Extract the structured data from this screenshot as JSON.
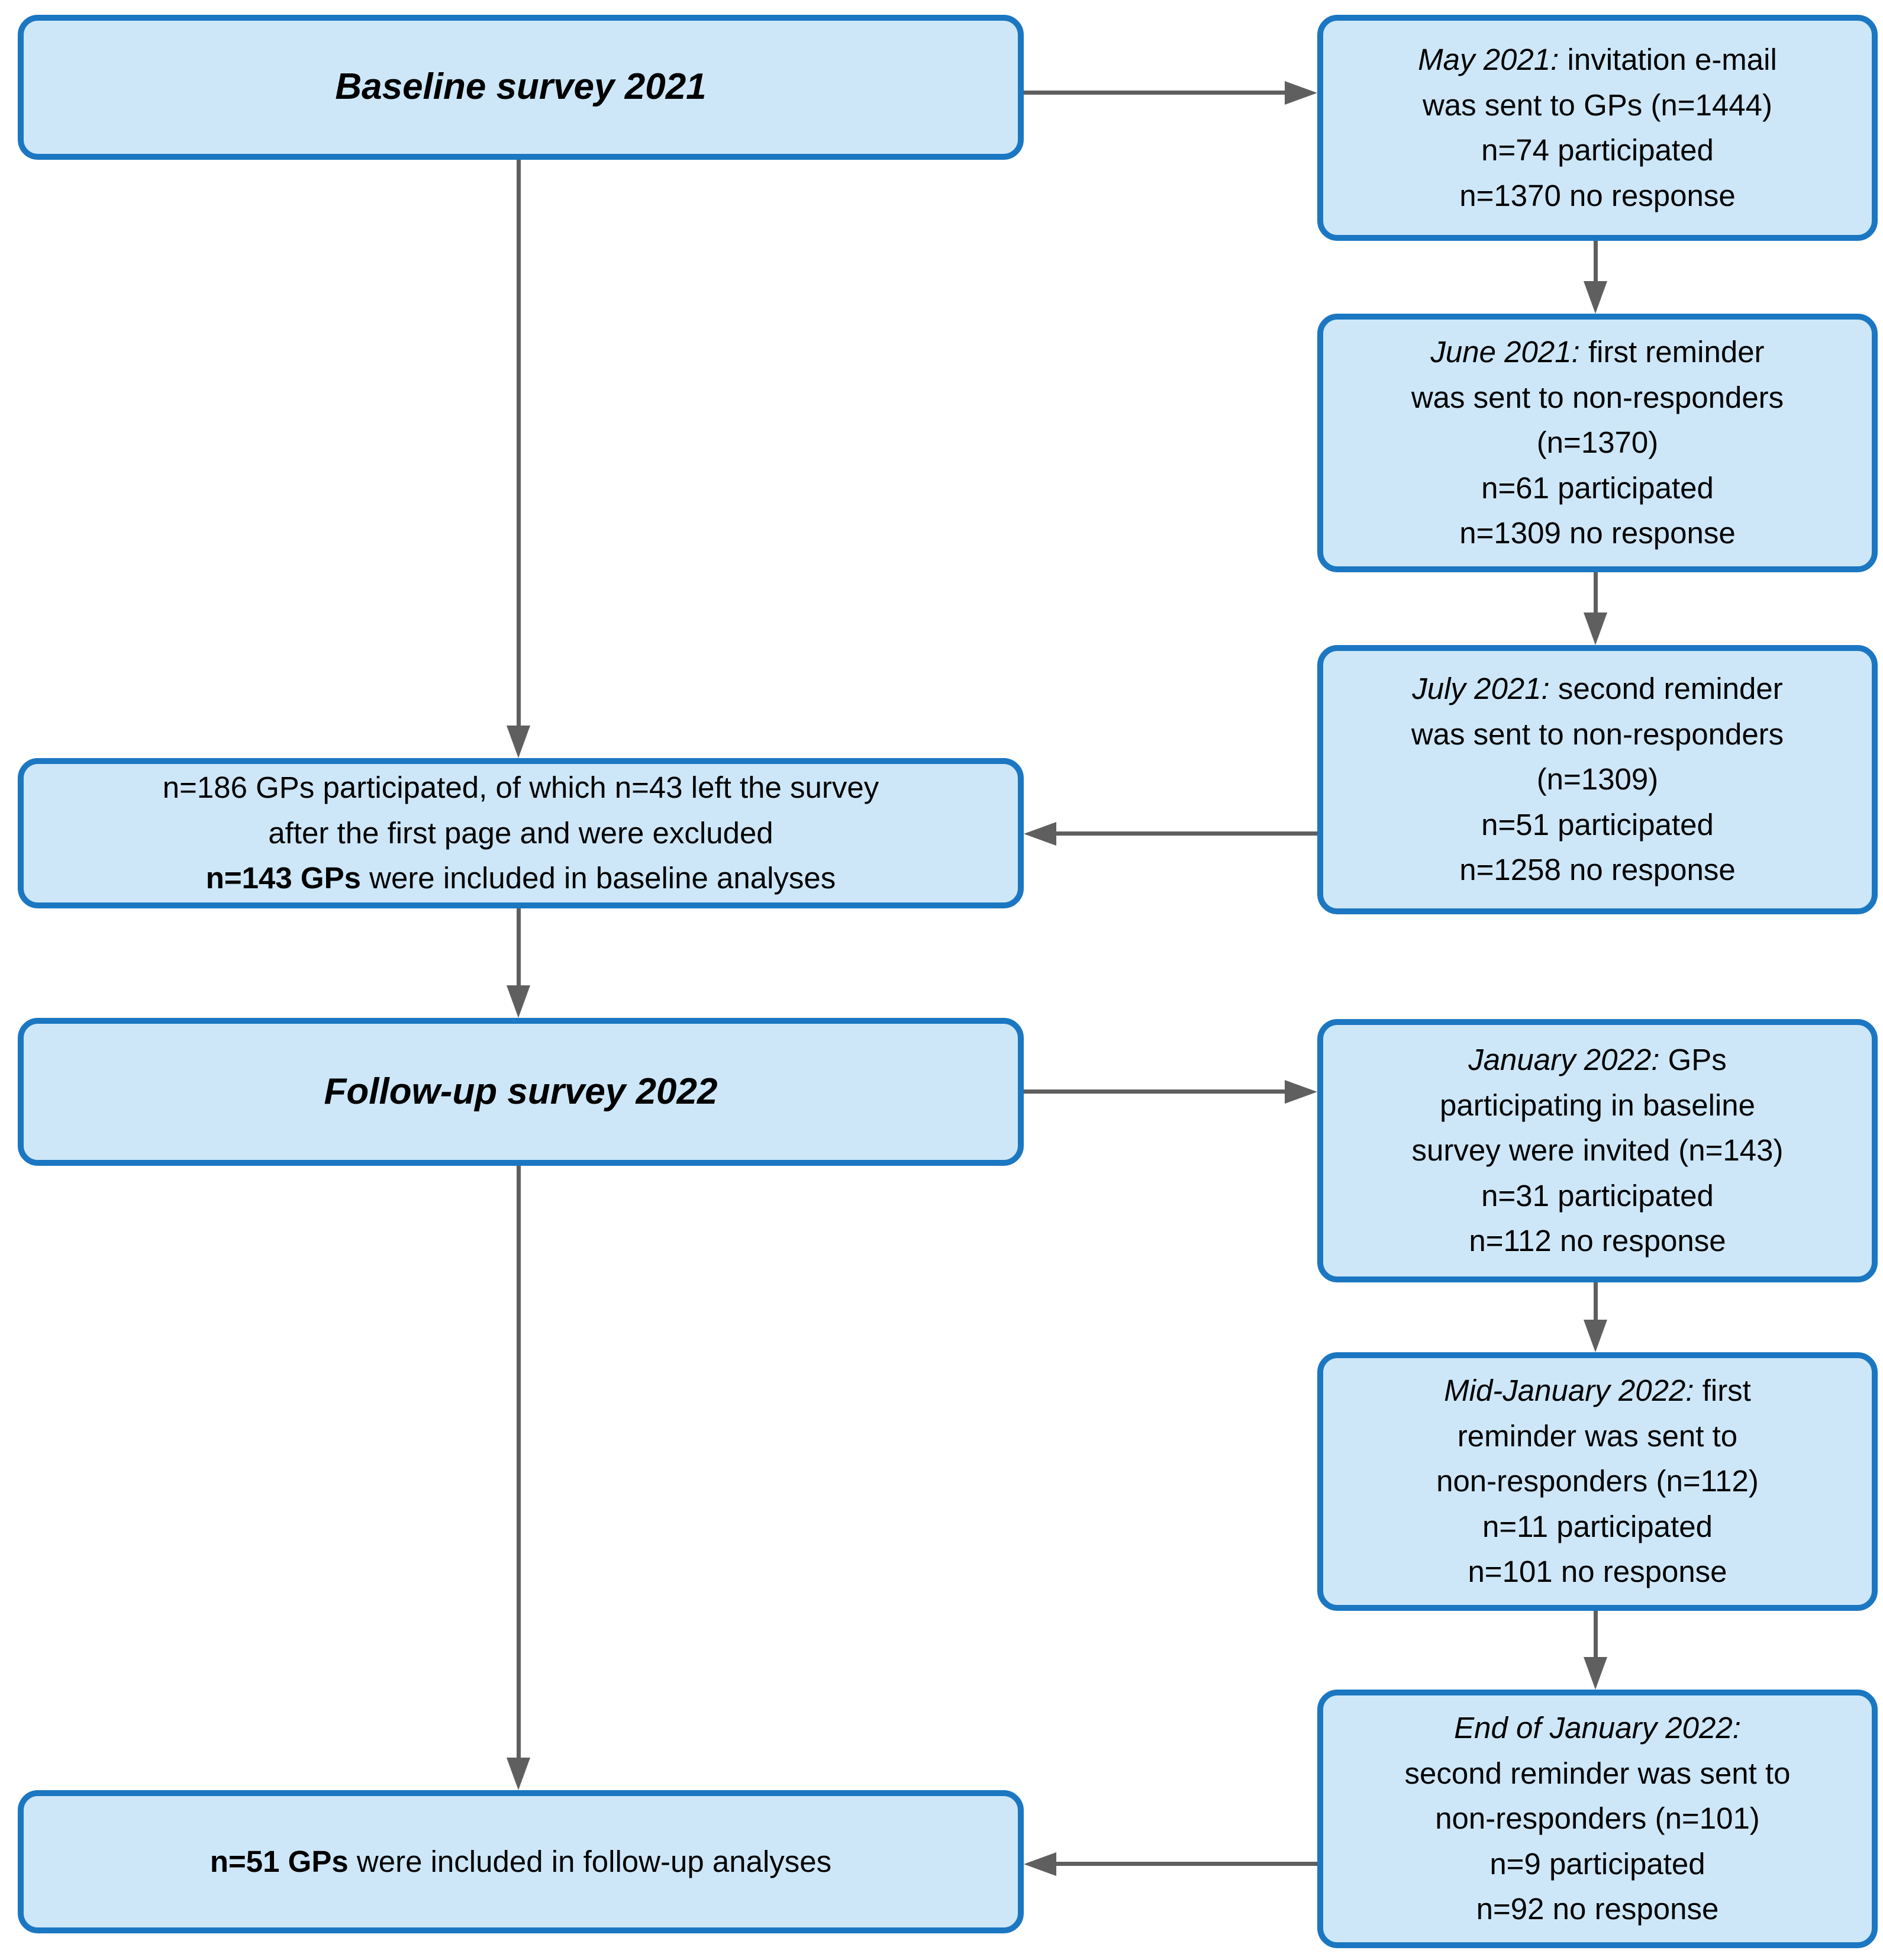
{
  "style": {
    "box_fill": "#cde7f8",
    "box_border": "#1b77c2",
    "arrow_color": "#5f5f5f",
    "text_color": "#000000",
    "background": "#ffffff"
  },
  "boxes": {
    "baseline": {
      "segments": [
        {
          "text": "Baseline survey 2021",
          "bold": true,
          "italic": true
        }
      ]
    },
    "may": {
      "segments": [
        {
          "text": "May 2021:",
          "italic": true
        },
        {
          "text": " invitation e-mail\nwas sent to GPs (n=1444)\nn=74 participated\nn=1370 no response"
        }
      ]
    },
    "june": {
      "segments": [
        {
          "text": "June 2021:",
          "italic": true
        },
        {
          "text": " first reminder\nwas sent to non-responders\n(n=1370)\nn=61 participated\nn=1309 no response"
        }
      ]
    },
    "july": {
      "segments": [
        {
          "text": "July 2021:",
          "italic": true
        },
        {
          "text": " second reminder\nwas sent to non-responders\n(n=1309)\nn=51 participated\nn=1258 no response"
        }
      ]
    },
    "n186": {
      "segments": [
        {
          "text": "n=186 GPs participated, of which n=43 left the survey\nafter the first page and were excluded\n"
        },
        {
          "text": "n=143 GPs",
          "bold": true
        },
        {
          "text": " were included in baseline analyses"
        }
      ]
    },
    "followup": {
      "segments": [
        {
          "text": "Follow-up survey 2022",
          "bold": true,
          "italic": true
        }
      ]
    },
    "january": {
      "segments": [
        {
          "text": "January 2022:",
          "italic": true
        },
        {
          "text": " GPs\nparticipating in baseline\nsurvey were invited (n=143)\nn=31 participated\nn=112 no response"
        }
      ]
    },
    "midjanuary": {
      "segments": [
        {
          "text": "Mid-January 2022:",
          "italic": true
        },
        {
          "text": " first\nreminder was sent to\nnon-responders (n=112)\nn=11 participated\nn=101 no response"
        }
      ]
    },
    "endjanuary": {
      "segments": [
        {
          "text": "End of January 2022:",
          "italic": true
        },
        {
          "text": "\nsecond reminder was sent to\nnon-responders (n=101)\nn=9 participated\nn=92 no response"
        }
      ]
    },
    "n51": {
      "segments": [
        {
          "text": "n=51 GPs",
          "bold": true
        },
        {
          "text": " were included in follow-up analyses"
        }
      ]
    }
  },
  "connections": [
    {
      "from": "baseline",
      "to": "may",
      "direction": "right"
    },
    {
      "from": "baseline",
      "to": "n186",
      "direction": "down"
    },
    {
      "from": "may",
      "to": "june",
      "direction": "down"
    },
    {
      "from": "june",
      "to": "july",
      "direction": "down"
    },
    {
      "from": "july",
      "to": "n186",
      "direction": "left"
    },
    {
      "from": "n186",
      "to": "followup",
      "direction": "down"
    },
    {
      "from": "followup",
      "to": "january",
      "direction": "right"
    },
    {
      "from": "followup",
      "to": "n51",
      "direction": "down"
    },
    {
      "from": "january",
      "to": "midjanuary",
      "direction": "down"
    },
    {
      "from": "midjanuary",
      "to": "endjanuary",
      "direction": "down"
    },
    {
      "from": "endjanuary",
      "to": "n51",
      "direction": "left"
    }
  ]
}
